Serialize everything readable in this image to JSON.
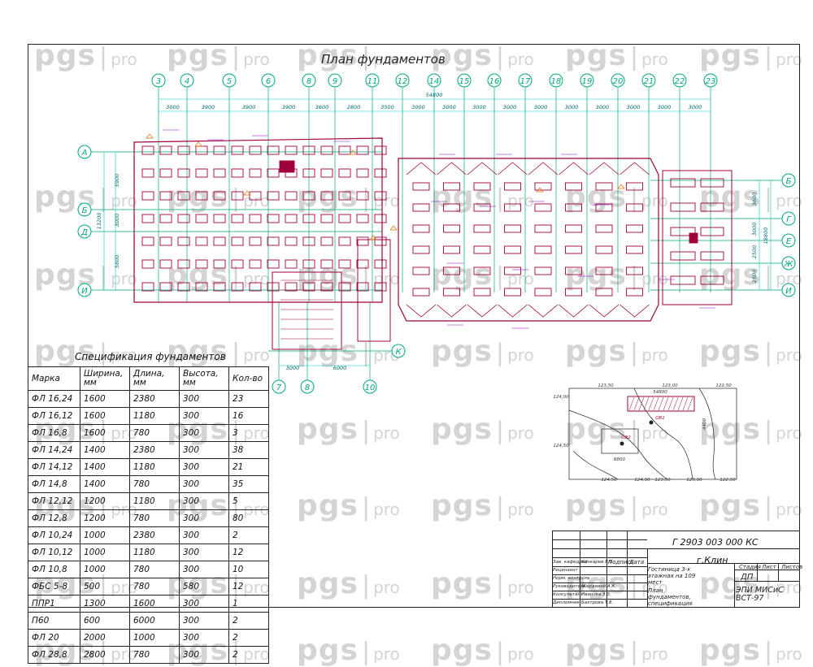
{
  "watermark": {
    "brand": "pgs",
    "suffix": "pro"
  },
  "plan_title": "План фундаментов",
  "axes_top": [
    "3",
    "4",
    "5",
    "6",
    "8",
    "9",
    "11",
    "12",
    "14",
    "15",
    "16",
    "17",
    "18",
    "19",
    "20",
    "21",
    "22",
    "23"
  ],
  "axes_bottom": [
    "7",
    "8",
    "10"
  ],
  "axes_left": [
    "А",
    "Б",
    "Д",
    "И"
  ],
  "axes_right": [
    "Б",
    "Г",
    "Е",
    "Ж",
    "И"
  ],
  "axis_extra": "К",
  "overall_dim": "54800",
  "dims_top": [
    "3000",
    "3900",
    "3900",
    "3900",
    "3600",
    "2800",
    "3500",
    "3000",
    "3000",
    "3000",
    "3000",
    "3000",
    "3000",
    "3000",
    "3000",
    "3000",
    "3000"
  ],
  "dims_bottom": [
    "3000",
    "6000"
  ],
  "dims_left": [
    "5900",
    "3000",
    "5800"
  ],
  "dims_right": [
    "3600",
    "3000",
    "2500",
    "2500"
  ],
  "dim_left_total": "13200",
  "dim_right_total": "18800",
  "spec": {
    "title": "Спецификация   фундаментов",
    "headers": [
      "Марка",
      "Ширина, мм",
      "Длина, мм",
      "Высота, мм",
      "Кол-во"
    ],
    "rows": [
      [
        "ФЛ 16,24",
        "1600",
        "2380",
        "300",
        "23"
      ],
      [
        "ФЛ 16,12",
        "1600",
        "1180",
        "300",
        "16"
      ],
      [
        "ФЛ 16,8",
        "1600",
        "780",
        "300",
        "3"
      ],
      [
        "ФЛ 14,24",
        "1400",
        "2380",
        "300",
        "38"
      ],
      [
        "ФЛ 14,12",
        "1400",
        "1180",
        "300",
        "21"
      ],
      [
        "ФЛ 14,8",
        "1400",
        "780",
        "300",
        "35"
      ],
      [
        "ФЛ 12,12",
        "1200",
        "1180",
        "300",
        "5"
      ],
      [
        "ФЛ 12,8",
        "1200",
        "780",
        "300",
        "80"
      ],
      [
        "ФЛ 10,24",
        "1000",
        "2380",
        "300",
        "2"
      ],
      [
        "ФЛ 10,12",
        "1000",
        "1180",
        "300",
        "12"
      ],
      [
        "ФЛ 10,8",
        "1000",
        "780",
        "300",
        "10"
      ],
      [
        "ФБС 5-8",
        "500",
        "780",
        "580",
        "12"
      ],
      [
        "ППР1",
        "1300",
        "1600",
        "300",
        "1"
      ],
      [
        "П60",
        "600",
        "6000",
        "300",
        "2"
      ],
      [
        "ФЛ 20",
        "2000",
        "1000",
        "300",
        "2"
      ],
      [
        "ФЛ 28,8",
        "2800",
        "780",
        "300",
        "2"
      ]
    ]
  },
  "site_plan": {
    "levels": [
      "123,50",
      "123,00",
      "122,50",
      "124,00",
      "124,50",
      "124,50",
      "124,00",
      "123,50",
      "123,00",
      "122,50"
    ],
    "dims": [
      "54800",
      "4400",
      "6800"
    ],
    "labels": [
      "ОВ1",
      "ОВ2"
    ]
  },
  "title_block": {
    "code": "Г 2903 003 000 КС",
    "city": "г.Клин",
    "object": "Гостиница 3-х этажная на 109 мест",
    "sheet_name": "План фундаментов, спецификация",
    "stage_label": "Стадия",
    "sheet_label": "Лист",
    "sheets_label": "Листов",
    "stage": "ДП",
    "org": "ЭПИ МИСиС ВСТ-97",
    "sign_label": "Подпись",
    "date_label": "Дата",
    "roles": [
      "Зав. кафедрой",
      "Рецензент",
      "Норм. контроль",
      "Руководитель",
      "Консультант",
      "Дипломник"
    ],
    "people": [
      "Кочкарев В.В.",
      "",
      "",
      "Жердевой А.К.",
      "Иванова З.З.",
      "Бахтрова Т.В."
    ]
  },
  "colors": {
    "axis": "#00a878",
    "dim": "#00c8c8",
    "wall": "#a0003c",
    "label": "#8800cc",
    "orange": "#e07000",
    "contour": "#222222"
  }
}
